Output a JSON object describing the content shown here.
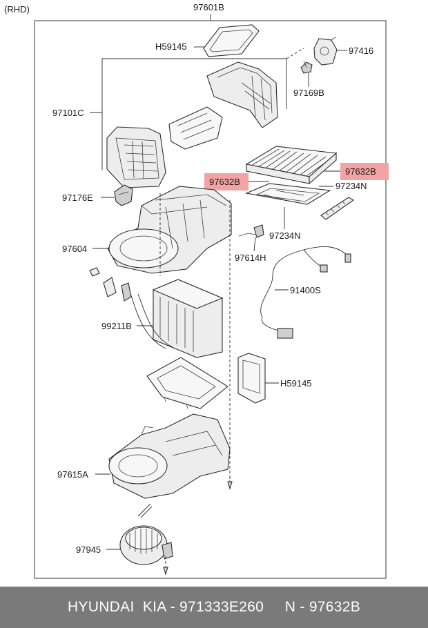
{
  "diagram": {
    "variant_label": "(RHD)",
    "labels": {
      "p97601B": "97601B",
      "h59145_top": "H59145",
      "p97416": "97416",
      "p97169B": "97169B",
      "p97101C": "97101C",
      "p97632B_right": "97632B",
      "p97632B_left": "97632B",
      "p97234N_a": "97234N",
      "p97234N_b": "97234N",
      "p97176E": "97176E",
      "p97604": "97604",
      "p97614H": "97614H",
      "p91400S": "91400S",
      "p99211B": "99211B",
      "h59145_mid": "H59145",
      "p97615A": "97615A",
      "p97945": "97945"
    },
    "highlight_color": "#f2a3a3"
  },
  "footer": {
    "text": "HYUNDAI  KIA - 971333E260     N - 97632B",
    "background": "#7a7a7a"
  }
}
